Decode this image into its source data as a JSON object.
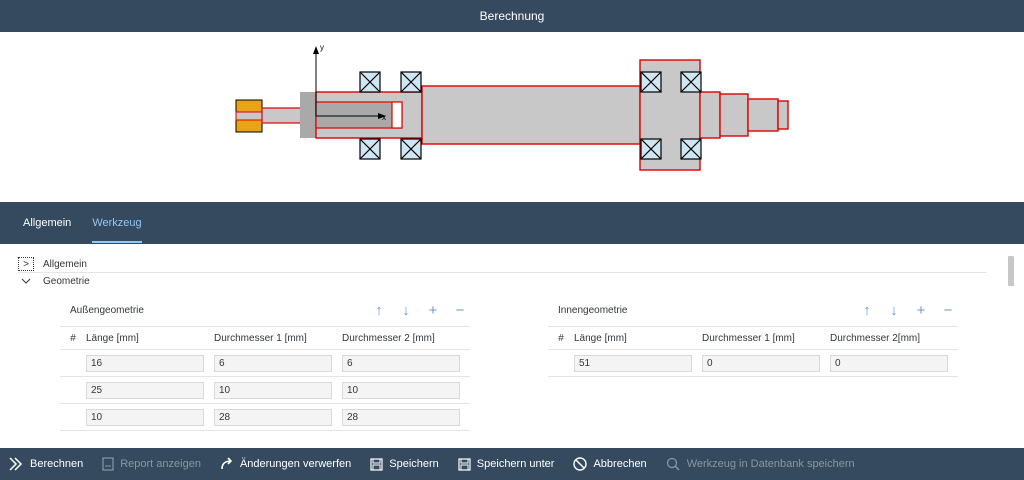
{
  "title": "Berechnung",
  "tabs": [
    {
      "label": "Allgemein",
      "active": false
    },
    {
      "label": "Werkzeug",
      "active": true
    }
  ],
  "tree": {
    "allgemein": "Allgemein",
    "geometrie": "Geometrie"
  },
  "outer": {
    "title": "Außengeometrie",
    "columns": [
      "#",
      "Länge [mm]",
      "Durchmesser 1 [mm]",
      "Durchmesser 2 [mm]"
    ],
    "rows": [
      [
        "16",
        "6",
        "6"
      ],
      [
        "25",
        "10",
        "10"
      ],
      [
        "10",
        "28",
        "28"
      ]
    ]
  },
  "inner": {
    "title": "Innengeometrie",
    "columns": [
      "#",
      "Länge [mm]",
      "Durchmesser 1 [mm]",
      "Durchmesser 2[mm]"
    ],
    "rows": [
      [
        "51",
        "0",
        "0"
      ]
    ]
  },
  "drawing": {
    "axis_x": "x",
    "axis_y": "y"
  },
  "footer": {
    "berechnen": "Berechnen",
    "report": "Report anzeigen",
    "verwerfen": "Änderungen verwerfen",
    "speichern": "Speichern",
    "speichern_unter": "Speichern unter",
    "abbrechen": "Abbrechen",
    "datenbank": "Werkzeug in Datenbank speichern"
  },
  "colors": {
    "shell": "#354a5f",
    "accent": "#91c8f6",
    "outline": "#e00000",
    "shaft": "#c8c8c8",
    "bearing": "#cfe7f2",
    "chuck": "#e8a317"
  }
}
